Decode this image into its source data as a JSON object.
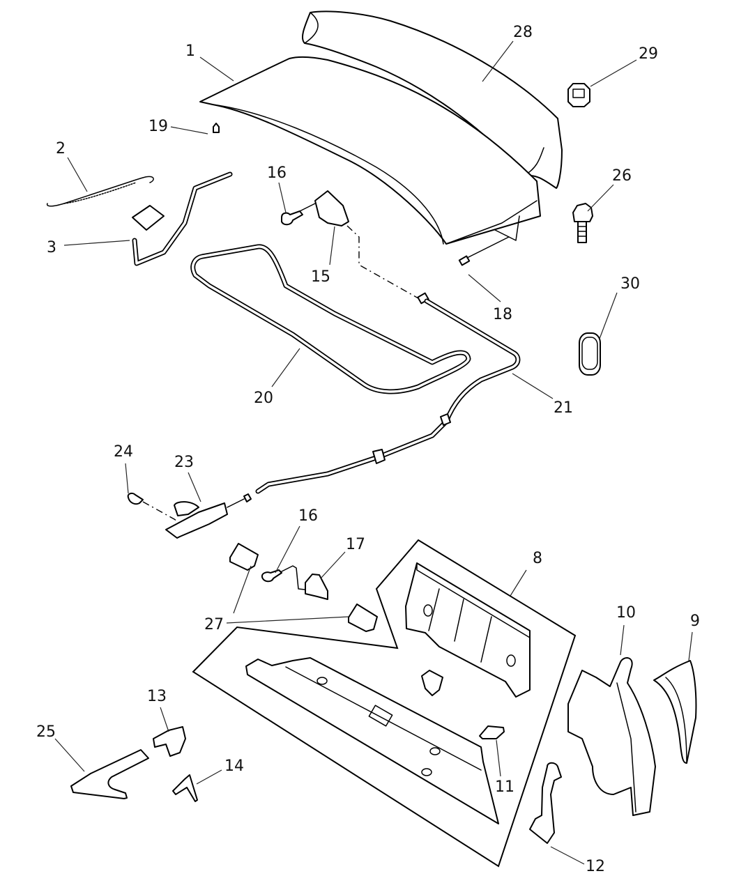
{
  "diagram": {
    "type": "exploded parts diagram",
    "subject": "trunk lid / deck lid and rear shelf panel assembly",
    "colors": {
      "ink": "#000000",
      "background": "#ffffff"
    },
    "callouts": [
      {
        "id": "c1",
        "number": "1",
        "part": "deck-lid"
      },
      {
        "id": "c2",
        "number": "2",
        "part": "torsion-spring"
      },
      {
        "id": "c3",
        "number": "3",
        "part": "torsion-bar-with-bracket"
      },
      {
        "id": "c8",
        "number": "8",
        "part": "rear-shelf-upper-panel-group"
      },
      {
        "id": "c9",
        "number": "9",
        "part": "quarter-trim-panel"
      },
      {
        "id": "c10",
        "number": "10",
        "part": "wheelhouse-extension"
      },
      {
        "id": "c11",
        "number": "11",
        "part": "clip-nut"
      },
      {
        "id": "c12",
        "number": "12",
        "part": "support-bracket"
      },
      {
        "id": "c13",
        "number": "13",
        "part": "hinge-bracket"
      },
      {
        "id": "c14",
        "number": "14",
        "part": "small-bracket"
      },
      {
        "id": "c15",
        "number": "15",
        "part": "latch-upper"
      },
      {
        "id": "c16a",
        "number": "16",
        "part": "bolt-upper"
      },
      {
        "id": "c16b",
        "number": "16",
        "part": "bolt-lower"
      },
      {
        "id": "c17",
        "number": "17",
        "part": "striker"
      },
      {
        "id": "c18",
        "number": "18",
        "part": "cable-end-connector"
      },
      {
        "id": "c19",
        "number": "19",
        "part": "bumper-stop"
      },
      {
        "id": "c20",
        "number": "20",
        "part": "weatherstrip-seal"
      },
      {
        "id": "c21",
        "number": "21",
        "part": "release-cable"
      },
      {
        "id": "c23",
        "number": "23",
        "part": "release-handle"
      },
      {
        "id": "c24",
        "number": "24",
        "part": "screw"
      },
      {
        "id": "c25",
        "number": "25",
        "part": "hinge-arm"
      },
      {
        "id": "c26",
        "number": "26",
        "part": "adjustable-stop"
      },
      {
        "id": "c27",
        "number": "27",
        "part": "pad"
      },
      {
        "id": "c28",
        "number": "28",
        "part": "spoiler"
      },
      {
        "id": "c29",
        "number": "29",
        "part": "nut"
      },
      {
        "id": "c30",
        "number": "30",
        "part": "plug-grommet"
      }
    ]
  }
}
